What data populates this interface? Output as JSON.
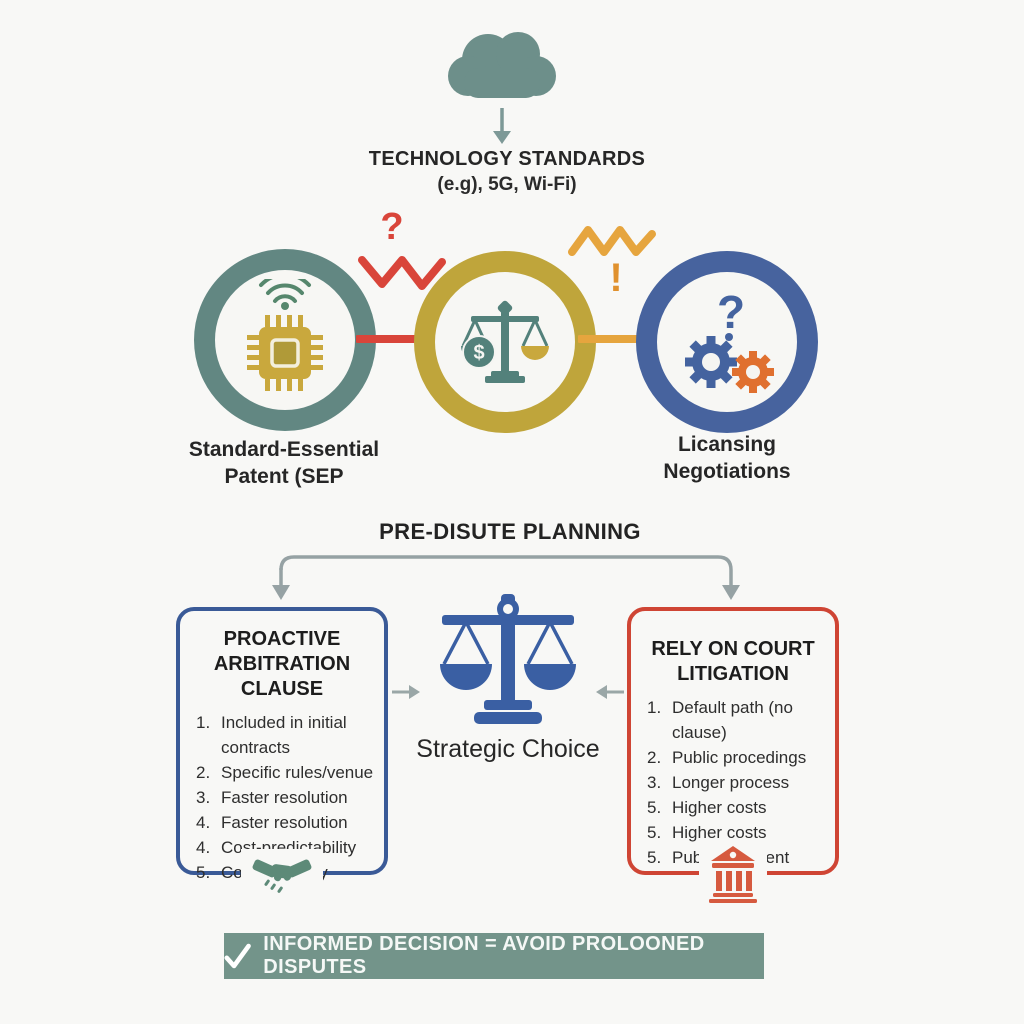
{
  "colors": {
    "teal": "#628782",
    "gold": "#bfa53b",
    "blue": "#47639e",
    "red_arrow": "#d9453a",
    "amber_arrow": "#e6a53e",
    "orange": "#e0702f",
    "box_blue": "#3a5a97",
    "box_red": "#cf4534",
    "banner_bg": "#73948a",
    "scales_blue": "#3a5fa3",
    "hand_teal": "#5d8a78",
    "bank_red": "#d65a3f"
  },
  "header": {
    "cloud_icon": "cloud-icon",
    "title": "TECHNOLOGY STANDARDS",
    "subtitle": "(e.g), 5G, Wi-Fi)"
  },
  "flow": {
    "step1": {
      "label": "Standard-Essential Patent (SEP",
      "icon": "chip-wifi-icon"
    },
    "step2": {
      "icon": "scales-dollar-icon",
      "coin_symbol": "$"
    },
    "step3": {
      "label": "Licansing Negotiations",
      "icon": "question-gears-icon",
      "question": "?"
    },
    "marks": {
      "question": "?",
      "exclamation": "!"
    }
  },
  "planning": {
    "heading": "PRE-DISUTE PLANNING"
  },
  "left_box": {
    "title": "PROACTIVE ARBITRATION CLAUSE",
    "items": [
      {
        "num": "1.",
        "text": "Included in initial contracts"
      },
      {
        "num": "2.",
        "text": "Specific rules/venue"
      },
      {
        "num": "3.",
        "text": "Faster resolution"
      },
      {
        "num": "4.",
        "text": "Faster resolution"
      },
      {
        "num": "4.",
        "text": "Cost-predictability"
      },
      {
        "num": "5.",
        "text": "Confidentiality"
      }
    ],
    "icon": "handshake-icon"
  },
  "right_box": {
    "title": "RELY ON COURT LITIGATION",
    "items": [
      {
        "num": "1.",
        "text": "Default path (no clause)"
      },
      {
        "num": "2.",
        "text": "Public procedings"
      },
      {
        "num": "3.",
        "text": "Longer process"
      },
      {
        "num": "5.",
        "text": "Higher costs"
      },
      {
        "num": "5.",
        "text": "Higher costs"
      },
      {
        "num": "5.",
        "text": "Public preceent"
      }
    ],
    "icon": "bank-icon"
  },
  "center": {
    "label": "Strategic Choice",
    "icon": "balance-scales-icon"
  },
  "banner": {
    "check_icon": "checkmark-icon",
    "text": "INFORMED DECISION = AVOID PROLOONED DISPUTES"
  }
}
